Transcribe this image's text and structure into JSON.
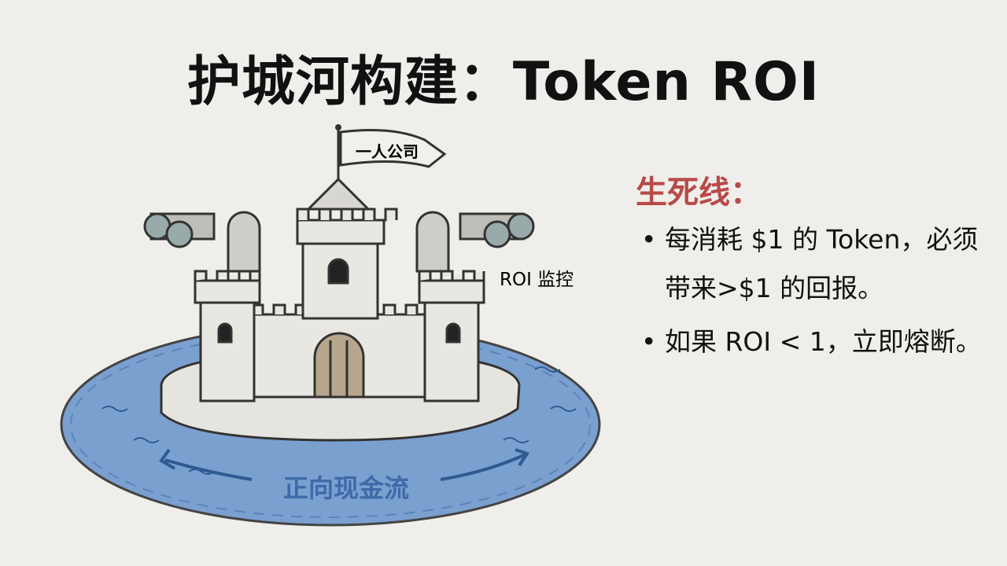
{
  "title": "护城河构建：Token ROI",
  "illustration": {
    "flag_label": "一人公司",
    "monitor_label": "ROI 监控",
    "moat_label": "正向现金流",
    "water_color": "#6a94c8",
    "moat_label_color": "#3f6aa8"
  },
  "panel": {
    "heading": "生死线：",
    "heading_color": "#b84a48",
    "bullets": [
      {
        "text": "每消耗 $1 的 Token，必须带来>$1 的回报。"
      },
      {
        "text": "如果 ROI < 1，立即熔断。"
      }
    ]
  }
}
